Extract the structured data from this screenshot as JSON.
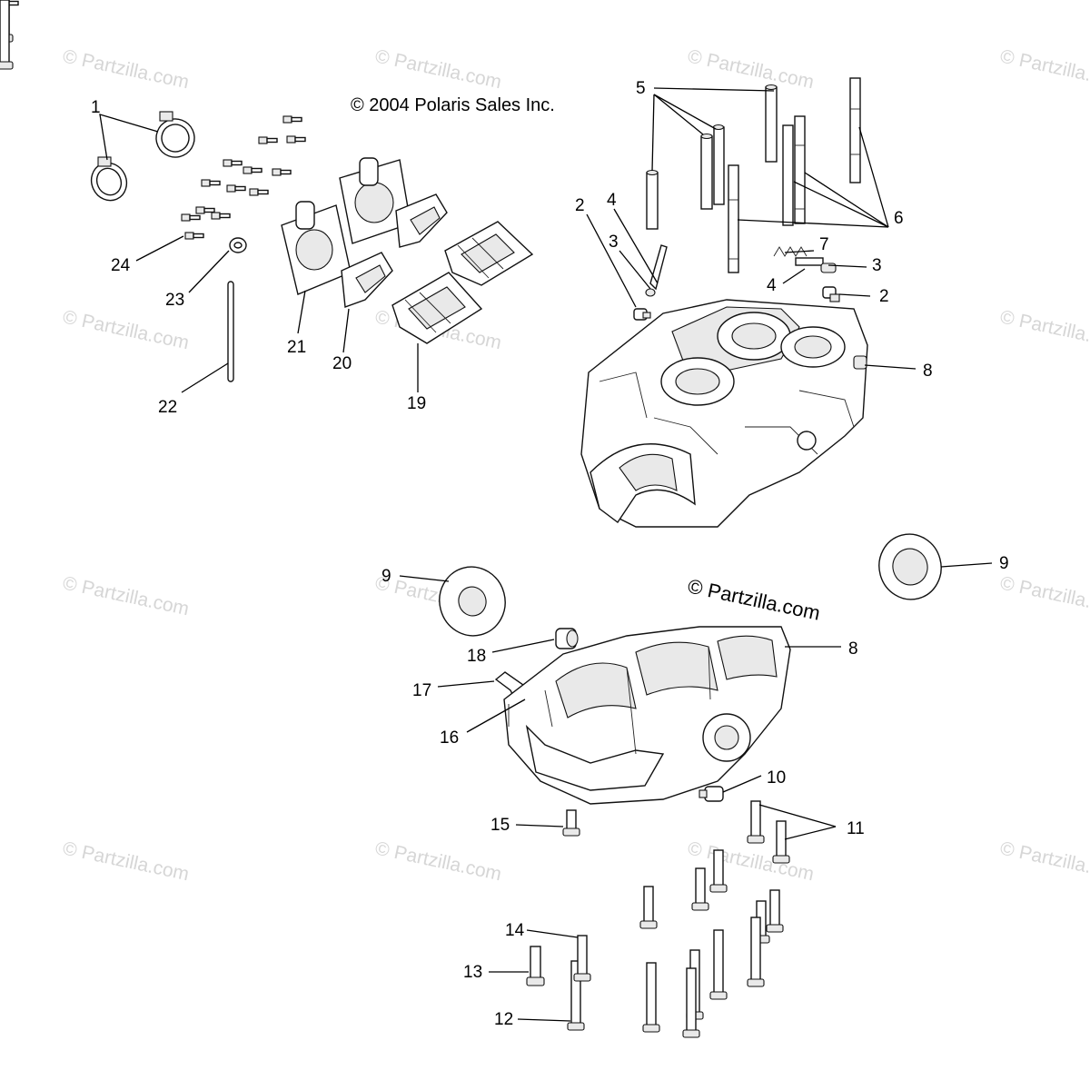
{
  "copyright_text": "© 2004 Polaris Sales Inc.",
  "partzilla_stamp": "© Partzilla.com",
  "watermark_text": "© Partzilla.com",
  "callouts": [
    {
      "id": "c1",
      "label": "1"
    },
    {
      "id": "c2a",
      "label": "2"
    },
    {
      "id": "c2b",
      "label": "2"
    },
    {
      "id": "c3a",
      "label": "3"
    },
    {
      "id": "c3b",
      "label": "3"
    },
    {
      "id": "c4a",
      "label": "4"
    },
    {
      "id": "c4b",
      "label": "4"
    },
    {
      "id": "c5",
      "label": "5"
    },
    {
      "id": "c6",
      "label": "6"
    },
    {
      "id": "c7",
      "label": "7"
    },
    {
      "id": "c8a",
      "label": "8"
    },
    {
      "id": "c8b",
      "label": "8"
    },
    {
      "id": "c9a",
      "label": "9"
    },
    {
      "id": "c9b",
      "label": "9"
    },
    {
      "id": "c10",
      "label": "10"
    },
    {
      "id": "c11",
      "label": "11"
    },
    {
      "id": "c12",
      "label": "12"
    },
    {
      "id": "c13",
      "label": "13"
    },
    {
      "id": "c14",
      "label": "14"
    },
    {
      "id": "c15",
      "label": "15"
    },
    {
      "id": "c16",
      "label": "16"
    },
    {
      "id": "c17",
      "label": "17"
    },
    {
      "id": "c18",
      "label": "18"
    },
    {
      "id": "c19",
      "label": "19"
    },
    {
      "id": "c20",
      "label": "20"
    },
    {
      "id": "c21",
      "label": "21"
    },
    {
      "id": "c22",
      "label": "22"
    },
    {
      "id": "c23",
      "label": "23"
    },
    {
      "id": "c24",
      "label": "24"
    }
  ],
  "colors": {
    "line": "#000000",
    "watermark": "#d6d6d6",
    "background": "#ffffff"
  }
}
